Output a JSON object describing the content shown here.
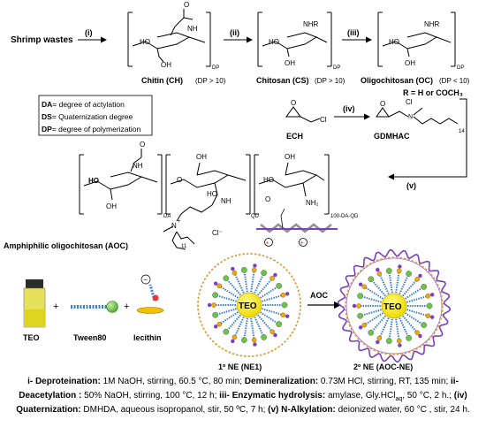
{
  "scheme": {
    "start": "Shrimp wastes",
    "steps": {
      "i": "(i)",
      "ii": "(ii)",
      "iii": "(iii)",
      "iv": "(iv)",
      "v": "(v)"
    },
    "chitin": {
      "name": "Chitin (CH)",
      "dp": "(DP > 10)",
      "sub": "DP"
    },
    "chitosan": {
      "name": "Chitosan (CS)",
      "dp": "(DP > 10)",
      "sub": "DP"
    },
    "oligo": {
      "name": "Oligochitosan (OC)",
      "dp": "(DP < 10)",
      "sub": "DP",
      "r_def": "R = H or COCH₃"
    },
    "atoms": {
      "OH": "OH",
      "HO": "HO",
      "O": "O",
      "NH": "NH",
      "NHR": "NHR",
      "NH2": "NH₂",
      "N": "N",
      "Cl": "Cl",
      "ClMinus": "Cl⁻",
      "plus": "+"
    },
    "legend": [
      {
        "abbr": "DA",
        "text": "= degree of actylation"
      },
      {
        "abbr": "DS",
        "text": "= Quaternization degree"
      },
      {
        "abbr": "DP",
        "text": "= degree of polymerization"
      }
    ],
    "ech": "ECH",
    "gdmhac": "GDMHAC",
    "gdm_sub": "14",
    "aoc_subs": {
      "da": "DA",
      "qd": "QD",
      "rest": "100-DA-QD"
    },
    "aoc_label": "Amphiphilic oligochitosan (AOC)",
    "small_n": "11"
  },
  "assembly": {
    "teo": "TEO",
    "tween": "Tween80",
    "lecithin": "lecithin",
    "plus": "+",
    "minus": "−",
    "ne1": "1º NE (NE1)",
    "aoc_arrow": "AOC",
    "ne2": "2º NE (AOC-NE)"
  },
  "conditions": {
    "i_label": "i- Deproteination:",
    "i_text": " 1M NaOH, stirring, 60.5 °C, 80 min;",
    "dem_label": " Demineralization:",
    "dem_text": " 0.73M HCl, stirring, RT, 135 min;",
    "ii_label": " ii-",
    "deac_label": "Deacetylation :",
    "deac_text": " 50% NaOH, stirring, 100 °C, 12 h;",
    "iii_label": " iii- Enzymatic hydrolysis:",
    "iii_text": " amylase, Gly.HCl",
    "aq": "aq",
    "iii_text2": ", 50 °C, 2 h.;",
    "iv_label": "(iv)",
    "quat_label": "Quaternization:",
    "quat_text": " DMHDA, aqueous isopropanol, stir, 50 ºC, 7 h;",
    "v_label": " (v) N-Alkylation:",
    "v_text": " deionized water, 60 °C , stir, 24 h."
  },
  "colors": {
    "teo": "#f2e600",
    "tween_head": "#6cc24a",
    "lecithin_head": "#f2a900",
    "purple": "#7b3fbf",
    "border": "#d9a046"
  }
}
